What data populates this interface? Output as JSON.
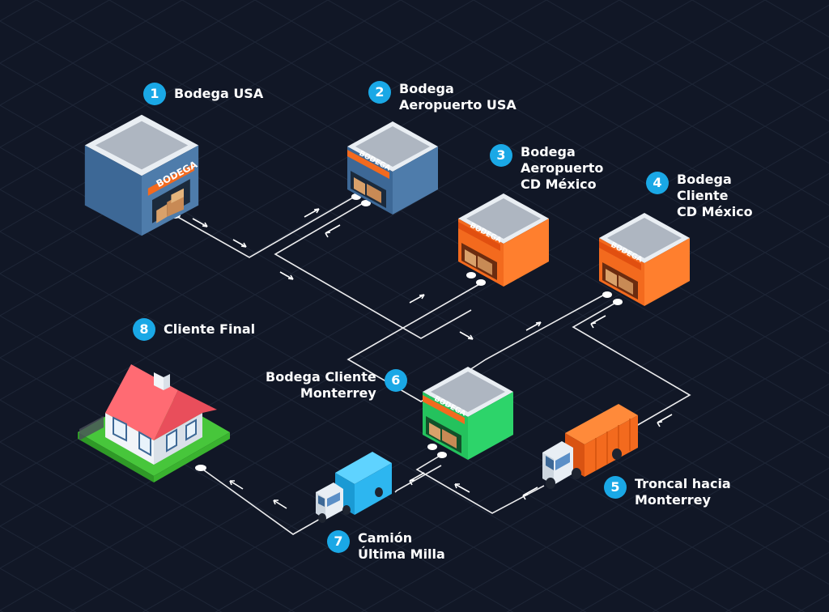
{
  "theme": {
    "background": "#111726",
    "accent": "#1aa8e6",
    "warehouse_blue": "#3d6896",
    "warehouse_orange": "#f36a1e",
    "warehouse_green": "#2dd46a",
    "path_color": "#ffffff",
    "house_roof": "#e94e5b",
    "lawn": "#47c63b"
  },
  "steps": [
    {
      "number": "1",
      "lines": [
        "Bodega USA"
      ]
    },
    {
      "number": "2",
      "lines": [
        "Bodega",
        "Aeropuerto USA"
      ]
    },
    {
      "number": "3",
      "lines": [
        "Bodega",
        "Aeropuerto",
        "CD México"
      ]
    },
    {
      "number": "4",
      "lines": [
        "Bodega",
        "Cliente",
        "CD México"
      ]
    },
    {
      "number": "5",
      "lines": [
        "Troncal hacia",
        "Monterrey"
      ]
    },
    {
      "number": "6",
      "lines": [
        "Bodega Cliente",
        "Monterrey"
      ]
    },
    {
      "number": "7",
      "lines": [
        "Camión",
        "Última Milla"
      ]
    },
    {
      "number": "8",
      "lines": [
        "Cliente Final"
      ]
    }
  ],
  "warehouse_sign": "BODEGA"
}
